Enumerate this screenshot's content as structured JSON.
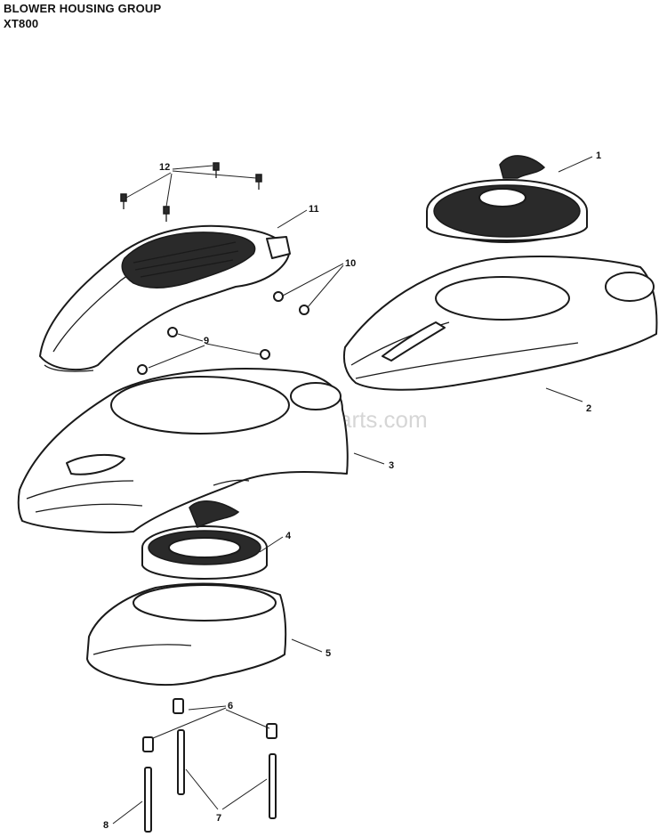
{
  "header": {
    "title": "BLOWER HOUSING GROUP",
    "model": "XT800"
  },
  "watermark": "eReplacementParts.com",
  "callouts": [
    "1",
    "2",
    "3",
    "4",
    "5",
    "6",
    "7",
    "8",
    "9",
    "10",
    "11",
    "12"
  ]
}
